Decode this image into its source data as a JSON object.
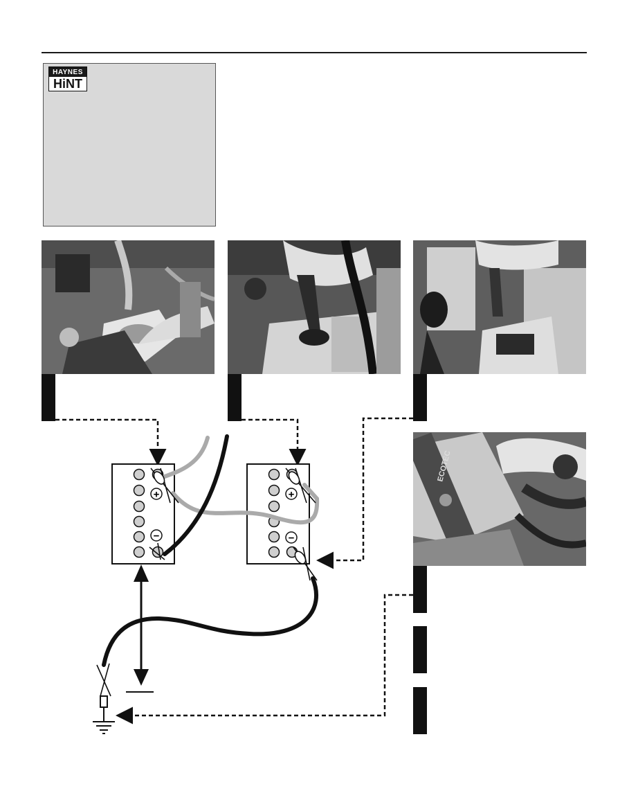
{
  "hint": {
    "logo_top": "HAYNES",
    "logo_bottom": "HiNT"
  },
  "photos": [
    {
      "name": "photo-connect-flat-battery-positive"
    },
    {
      "name": "photo-connect-booster-battery-positive"
    },
    {
      "name": "photo-connect-booster-battery-negative"
    },
    {
      "name": "photo-connect-engine-earth"
    }
  ],
  "engine_cover_text": "ECOTEC",
  "diagram": {
    "battery_positive_symbol": "+",
    "battery_negative_symbol": "−"
  }
}
